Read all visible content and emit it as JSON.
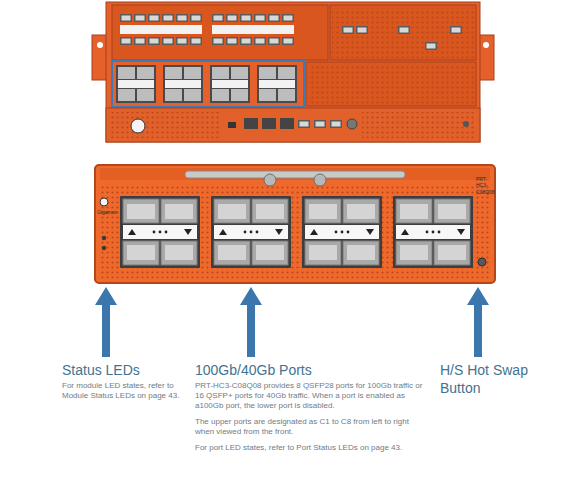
{
  "diagram": {
    "labels": [
      "Gigamon",
      "PRT-HC3-C08Q08",
      "Status LEDs",
      "For module LED states, refer to Module Status LEDs on page 43.",
      "100Gb/40Gb Ports",
      "PRT-HC3-C08Q08 provides 8 QSFP28 ports for 100Gb traffic or 16 QSFP+ ports for 40Gb traffic. When a port is enabled as a100Gb port, the lower port is disabled.",
      "The upper ports are designated as C1 to C8 from left to right when viewed from the front.",
      "For port LED states, refer to Port Status LEDs on page 43.",
      "H/S Hot Swap Button"
    ]
  }
}
